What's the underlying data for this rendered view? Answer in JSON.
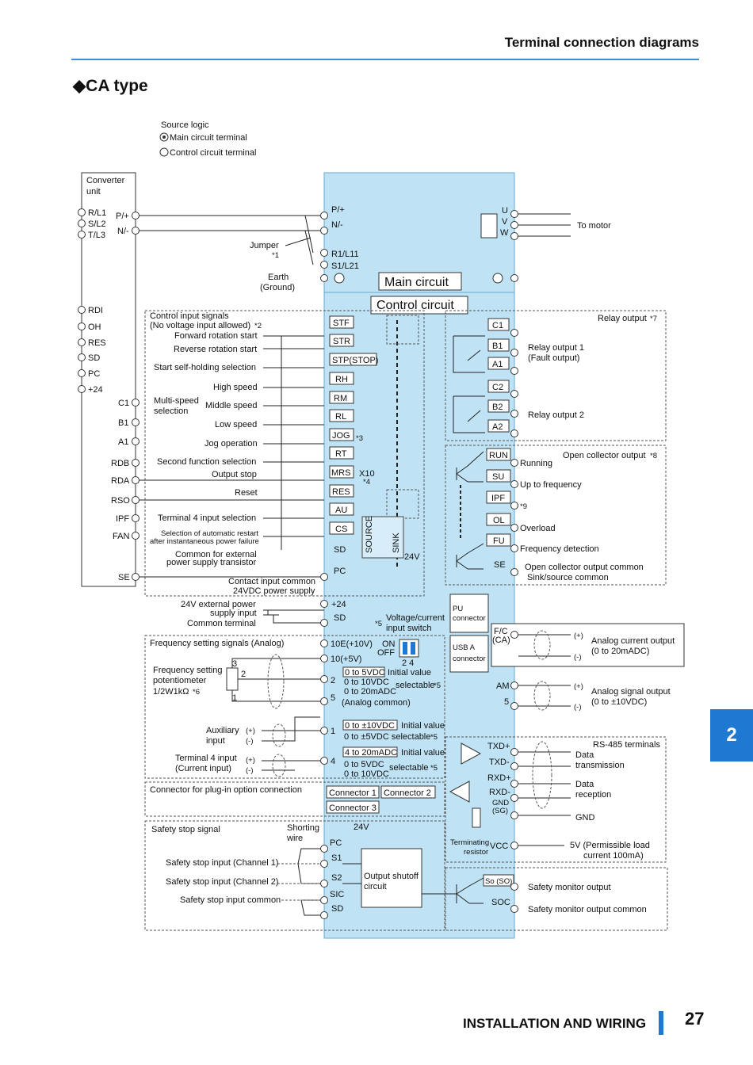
{
  "header": {
    "title": "Terminal connection diagrams"
  },
  "page_title": "◆CA type",
  "legend": {
    "source_logic": "Source logic",
    "main_circuit": "Main circuit terminal",
    "control_circuit": "Control circuit terminal"
  },
  "converter": {
    "label1": "Converter",
    "label2": "unit",
    "inputs": [
      "R/L1",
      "S/L2",
      "T/L3"
    ],
    "outputs": [
      "P/+",
      "N/-"
    ],
    "signals": [
      "RDI",
      "OH",
      "RES",
      "SD",
      "PC",
      "+24"
    ],
    "relay": [
      "C1",
      "B1",
      "A1",
      "RDB",
      "RDA",
      "RSO",
      "IPF",
      "FAN",
      "SE"
    ]
  },
  "main": {
    "title": "Main circuit",
    "terminals": [
      "P/+",
      "N/-",
      "R1/L11",
      "S1/L21"
    ],
    "motor_terms": [
      "U",
      "V",
      "W"
    ],
    "to_motor": "To motor",
    "jumper": "Jumper",
    "jumper_note": "*1",
    "earth1": "Earth",
    "earth2": "(Ground)"
  },
  "control": {
    "title": "Control circuit",
    "input_title1": "Control input signals",
    "input_title2": "(No voltage input allowed)",
    "input_title_note": "*2",
    "terminals": [
      "STF",
      "STR",
      "STP(STOP)",
      "RH",
      "RM",
      "RL",
      "JOG",
      "RT",
      "MRS",
      "RES",
      "AU",
      "CS",
      "SD",
      "PC"
    ],
    "labels": {
      "forward": "Forward rotation start",
      "reverse": "Reverse rotation start",
      "selfhold": "Start self-holding selection",
      "high": "High speed",
      "multi1": "Multi-speed",
      "multi2": "selection",
      "middle": "Middle speed",
      "low": "Low speed",
      "jog": "Jog operation",
      "second": "Second function selection",
      "output_stop": "Output stop",
      "reset": "Reset",
      "t4sel": "Terminal 4 input selection",
      "auto1": "Selection of automatic restart",
      "auto2": "after instantaneous power failure",
      "common1": "Common for external",
      "common2": "power supply transistor",
      "contact1": "Contact input common",
      "contact2": "24VDC power supply"
    },
    "jog_note": "*3",
    "x10": "X10",
    "x10_note": "*4",
    "source": "SOURCE",
    "sink": "SINK",
    "v24": "24V"
  },
  "relay": {
    "title": "Relay output",
    "note": "*7",
    "terms": [
      "C1",
      "B1",
      "A1",
      "C2",
      "B2",
      "A2"
    ],
    "out1a": "Relay output 1",
    "out1b": "(Fault output)",
    "out2": "Relay output 2"
  },
  "open_collector": {
    "title": "Open collector output",
    "note": "*8",
    "terms": [
      "RUN",
      "SU",
      "IPF",
      "OL",
      "FU",
      "SE"
    ],
    "running": "Running",
    "up_to": "Up to frequency",
    "ipf_note": "*9",
    "overload": "Overload",
    "freq_det": "Frequency detection",
    "common1": "Open collector output common",
    "common2": "Sink/source common"
  },
  "ext24": {
    "label1": "24V external power",
    "label2": "supply input",
    "common": "Common terminal",
    "terms": [
      "+24",
      "SD"
    ],
    "vc1": "Voltage/current",
    "vc2": "input switch",
    "vc_note": "*5",
    "on": "ON",
    "off": "OFF",
    "sw_nums": "2  4"
  },
  "connectors": {
    "pu1": "PU",
    "pu2": "connector",
    "usb1": "USB A",
    "usb2": "connector"
  },
  "freq": {
    "title": "Frequency setting signals (Analog)",
    "pot1": "Frequency setting",
    "pot2": "potentiometer",
    "pot3": "1/2W1kΩ",
    "pot_note": "*6",
    "pins": [
      "3",
      "2",
      "1"
    ],
    "terms": [
      "10E(+10V)",
      "10(+5V)",
      "2",
      "5",
      "1",
      "4"
    ],
    "analog_common": "(Analog common)",
    "r2a": "0 to 5VDC",
    "r2a_tag": "Initial value",
    "r2b": "0 to 10VDC",
    "r2c": "0 to 20mADC",
    "r2_sel": "selectable",
    "r1a": "0 to ±10VDC",
    "r1a_tag": "Initial value",
    "r1b": "0 to ±5VDC selectable",
    "r4a": "4 to 20mADC",
    "r4a_tag": "Initial value",
    "r4b": "0 to 5VDC",
    "r4c": "0 to 10VDC",
    "r4_sel": "selectable",
    "sel_note": "*5",
    "aux1": "Auxiliary",
    "aux2": "input",
    "t4a": "Terminal 4 input",
    "t4b": "(Current input)",
    "plus": "(+)",
    "minus": "(-)"
  },
  "analog_out": {
    "terms": [
      "F/C",
      "(CA)",
      "AM",
      "5"
    ],
    "cur1": "Analog current output",
    "cur2": "(0 to 20mADC)",
    "sig1": "Analog signal output",
    "sig2": "(0 to ±10VDC)",
    "plus": "(+)",
    "minus": "(-)"
  },
  "rs485": {
    "title": "RS-485 terminals",
    "terms": [
      "TXD+",
      "TXD-",
      "RXD+",
      "RXD-",
      "GND",
      "(SG)",
      "VCC"
    ],
    "dt1": "Data",
    "dt2": "transmission",
    "dr1": "Data",
    "dr2": "reception",
    "gnd": "GND",
    "term1": "Terminating",
    "term2": "resistor",
    "vcc1": "5V (Permissible load",
    "vcc2": "current 100mA)"
  },
  "plugin": {
    "title": "Connector for plug-in option connection",
    "c1": "Connector 1",
    "c2": "Connector 2",
    "c3": "Connector 3"
  },
  "safety": {
    "title": "Safety stop signal",
    "short1": "Shorting",
    "short2": "wire",
    "v24": "24V",
    "terms": [
      "PC",
      "S1",
      "S2",
      "SIC",
      "SD"
    ],
    "ch1": "Safety stop input (Channel 1)",
    "ch2": "Safety stop input (Channel 2)",
    "common": "Safety stop input common",
    "shutoff1": "Output shutoff",
    "shutoff2": "circuit",
    "so": "So (SO)",
    "soc": "SOC",
    "mon": "Safety monitor output",
    "mon_common": "Safety monitor output common"
  },
  "tab": "2",
  "footer": {
    "section": "INSTALLATION AND WIRING",
    "page": "27"
  },
  "colors": {
    "panel": "#bfe3f5",
    "accent": "#1f78d1",
    "rule": "#3d8fd6"
  }
}
